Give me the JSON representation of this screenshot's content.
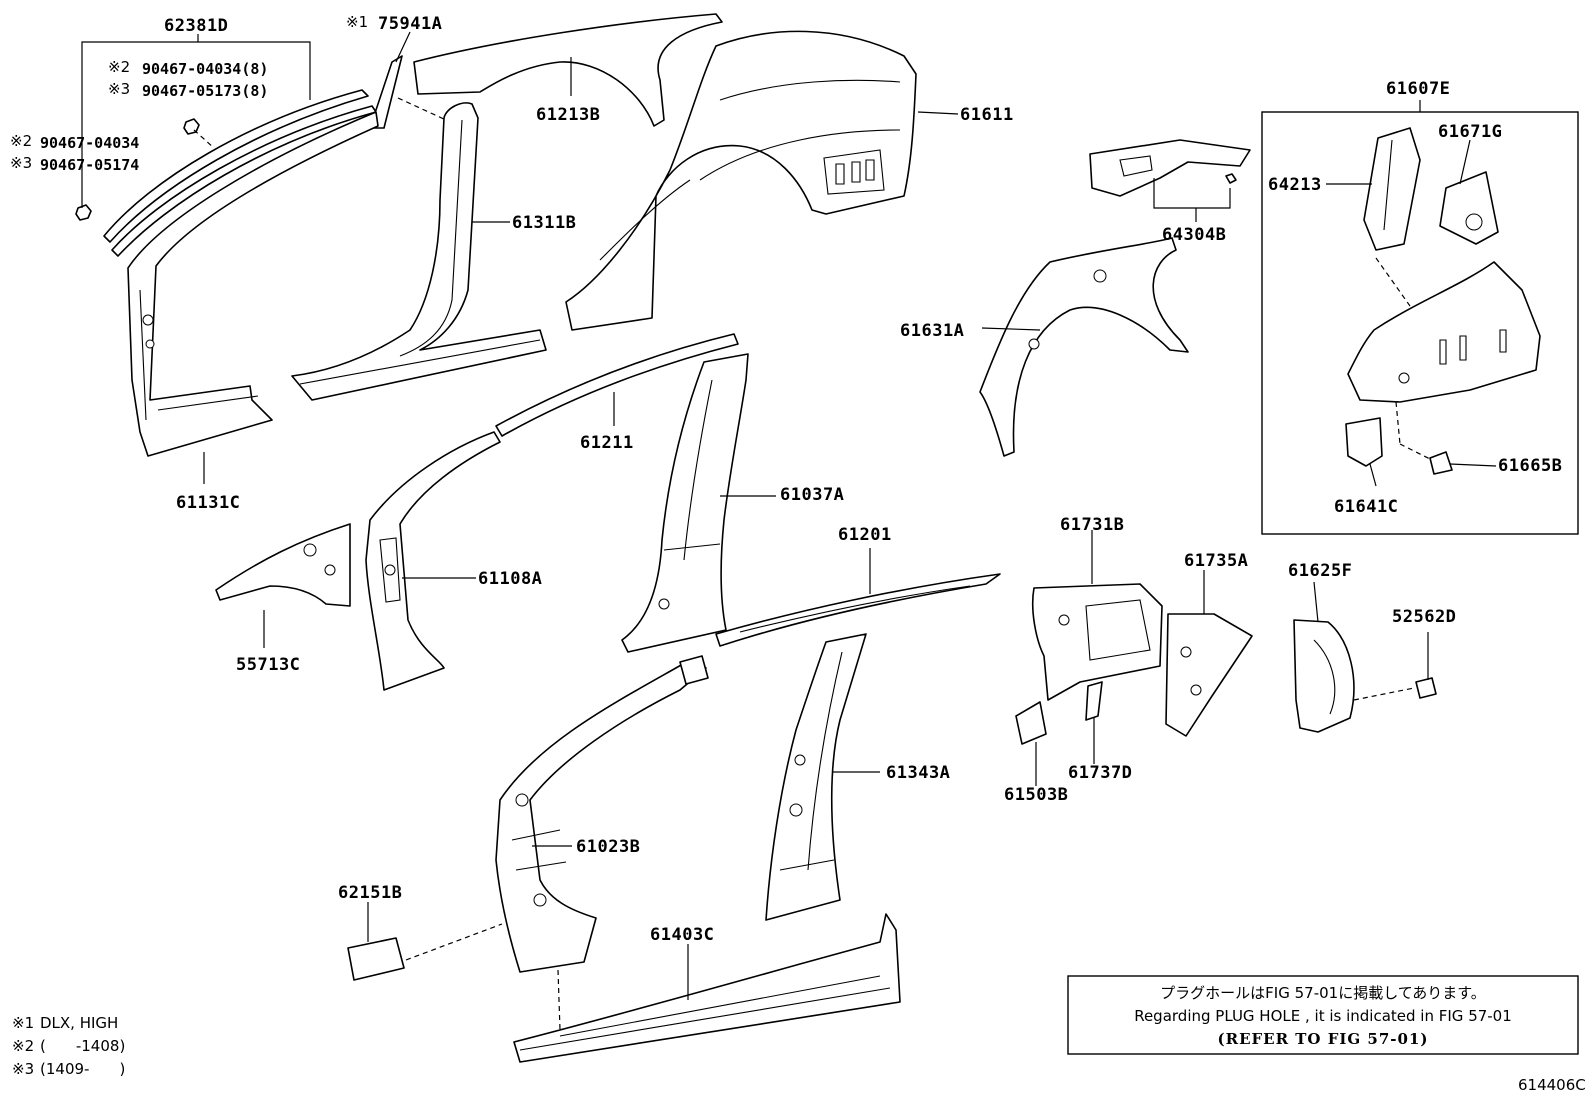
{
  "labels": {
    "p62381D": "62381D",
    "p75941A": "75941A",
    "p61213B": "61213B",
    "p61611": "61611",
    "p61607E": "61607E",
    "p61671G": "61671G",
    "p64213": "64213",
    "p64304B": "64304B",
    "p61311B": "61311B",
    "p61631A": "61631A",
    "p61211": "61211",
    "p61131C": "61131C",
    "p61037A": "61037A",
    "p61665B": "61665B",
    "p61641C": "61641C",
    "p61201": "61201",
    "p61731B": "61731B",
    "p61735A": "61735A",
    "p61625F": "61625F",
    "p52562D": "52562D",
    "p61108A": "61108A",
    "p55713C": "55713C",
    "p61343A": "61343A",
    "p61503B": "61503B",
    "p61737D": "61737D",
    "p61023B": "61023B",
    "p62151B": "62151B",
    "p61403C": "61403C"
  },
  "markers": {
    "m1": "※1",
    "m2": "※2",
    "m3": "※3"
  },
  "fasteners": {
    "f_a": "90467-04034(8)",
    "f_b": "90467-05173(8)",
    "f_c": "90467-04034",
    "f_d": "90467-05174"
  },
  "footnotes": {
    "n1": "DLX, HIGH",
    "n2": "(　　-1408)",
    "n3": "(1409-　　)"
  },
  "note_box": {
    "jp": "プラグホールはFIG 57-01に掲載してあります。",
    "en": "Regarding  PLUG  HOLE , it is indicated in FIG  57-01",
    "ref": "(REFER TO FIG 57-01)"
  },
  "figure_code": "614406C"
}
